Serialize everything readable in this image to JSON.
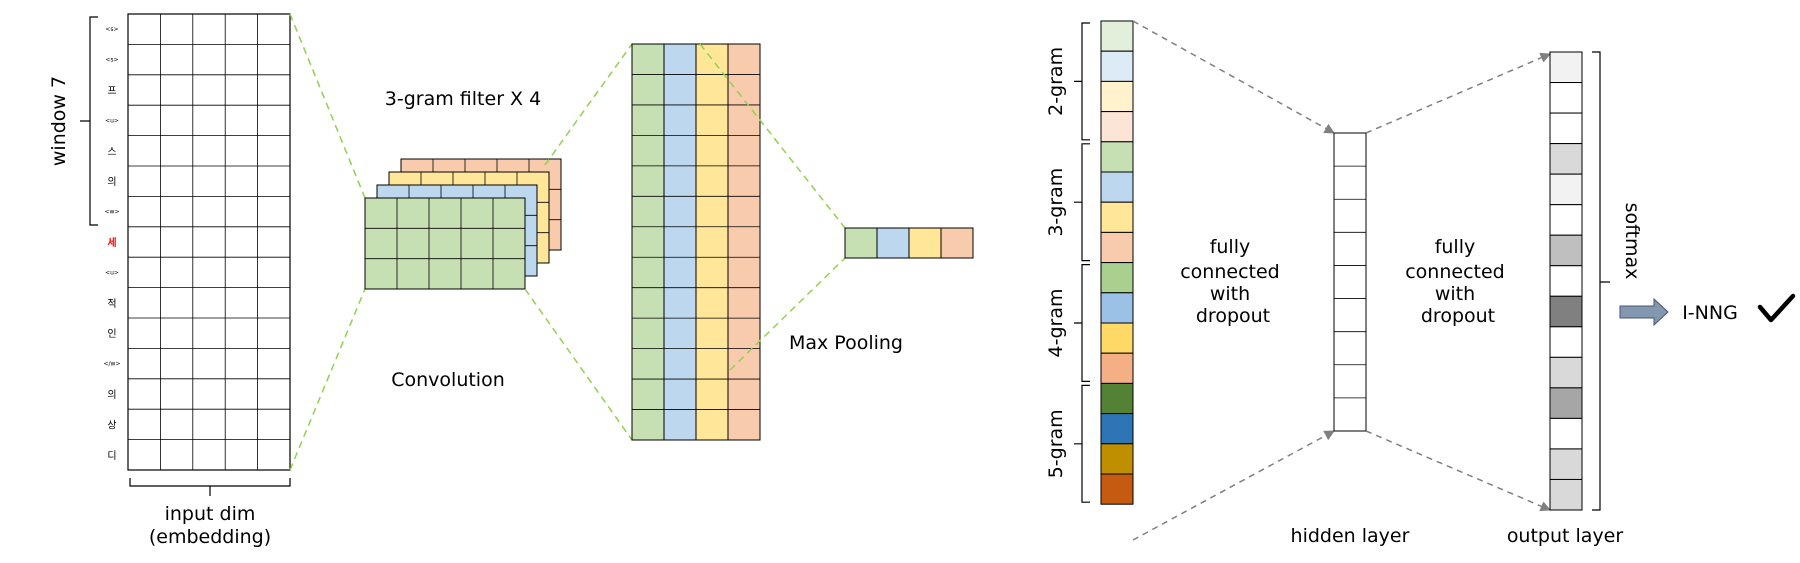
{
  "left_panel": {
    "window_label": "window 7",
    "tokens": [
      {
        "text": "<s>",
        "small": true,
        "highlight": false
      },
      {
        "text": "<s>",
        "small": true,
        "highlight": false
      },
      {
        "text": "프",
        "small": false,
        "highlight": false
      },
      {
        "text": "<u>",
        "small": true,
        "highlight": false
      },
      {
        "text": "스",
        "small": false,
        "highlight": false
      },
      {
        "text": "의",
        "small": false,
        "highlight": false
      },
      {
        "text": "<w>",
        "small": true,
        "highlight": false
      },
      {
        "text": "세",
        "small": false,
        "highlight": true
      },
      {
        "text": "<u>",
        "small": true,
        "highlight": false
      },
      {
        "text": "적",
        "small": false,
        "highlight": false
      },
      {
        "text": "인",
        "small": false,
        "highlight": false
      },
      {
        "text": "</w>",
        "small": true,
        "highlight": false
      },
      {
        "text": "의",
        "small": false,
        "highlight": false
      },
      {
        "text": "상",
        "small": false,
        "highlight": false
      },
      {
        "text": "디",
        "small": false,
        "highlight": false
      }
    ],
    "input_dim_label": "input dim",
    "embedding_label": "(embedding)",
    "filter_label": "3-gram filter X 4",
    "convolution_label": "Convolution",
    "max_pooling_label": "Max Pooling"
  },
  "right_panel": {
    "ngram_groups": [
      {
        "label": "2-gram",
        "colors": [
          "#e2efda",
          "#ddebf7",
          "#fff2cc",
          "#fce4d6"
        ]
      },
      {
        "label": "3-gram",
        "colors": [
          "#c6e0b4",
          "#bdd7ee",
          "#ffe699",
          "#f8cbad"
        ]
      },
      {
        "label": "4-gram",
        "colors": [
          "#a9d08e",
          "#9bc2e6",
          "#ffd966",
          "#f4b084"
        ]
      },
      {
        "label": "5-gram",
        "colors": [
          "#548235",
          "#2e75b6",
          "#bf8f00",
          "#c55a11"
        ]
      }
    ],
    "fc_label_1": "fully connected with dropout",
    "fc_label_2": "fully connected with dropout",
    "hidden_layer_label": "hidden layer",
    "output_layer_label": "output layer",
    "softmax_label": "softmax",
    "output_tag": "I-NNG",
    "output_cell_colors": [
      "#f2f2f2",
      "#ffffff",
      "#ffffff",
      "#d9d9d9",
      "#f2f2f2",
      "#ffffff",
      "#bfbfbf",
      "#ffffff",
      "#808080",
      "#ffffff",
      "#d9d9d9",
      "#a6a6a6",
      "#ffffff",
      "#d9d9d9",
      "#d9d9d9"
    ]
  },
  "colors": {
    "green": "#c6e0b4",
    "blue": "#bdd7ee",
    "yellow": "#ffe699",
    "orange": "#f8cbad",
    "dashed_green": "#92d050",
    "dashed_gray": "#808080",
    "highlight_text": "#ff0000",
    "arrow": "#8497b0"
  }
}
